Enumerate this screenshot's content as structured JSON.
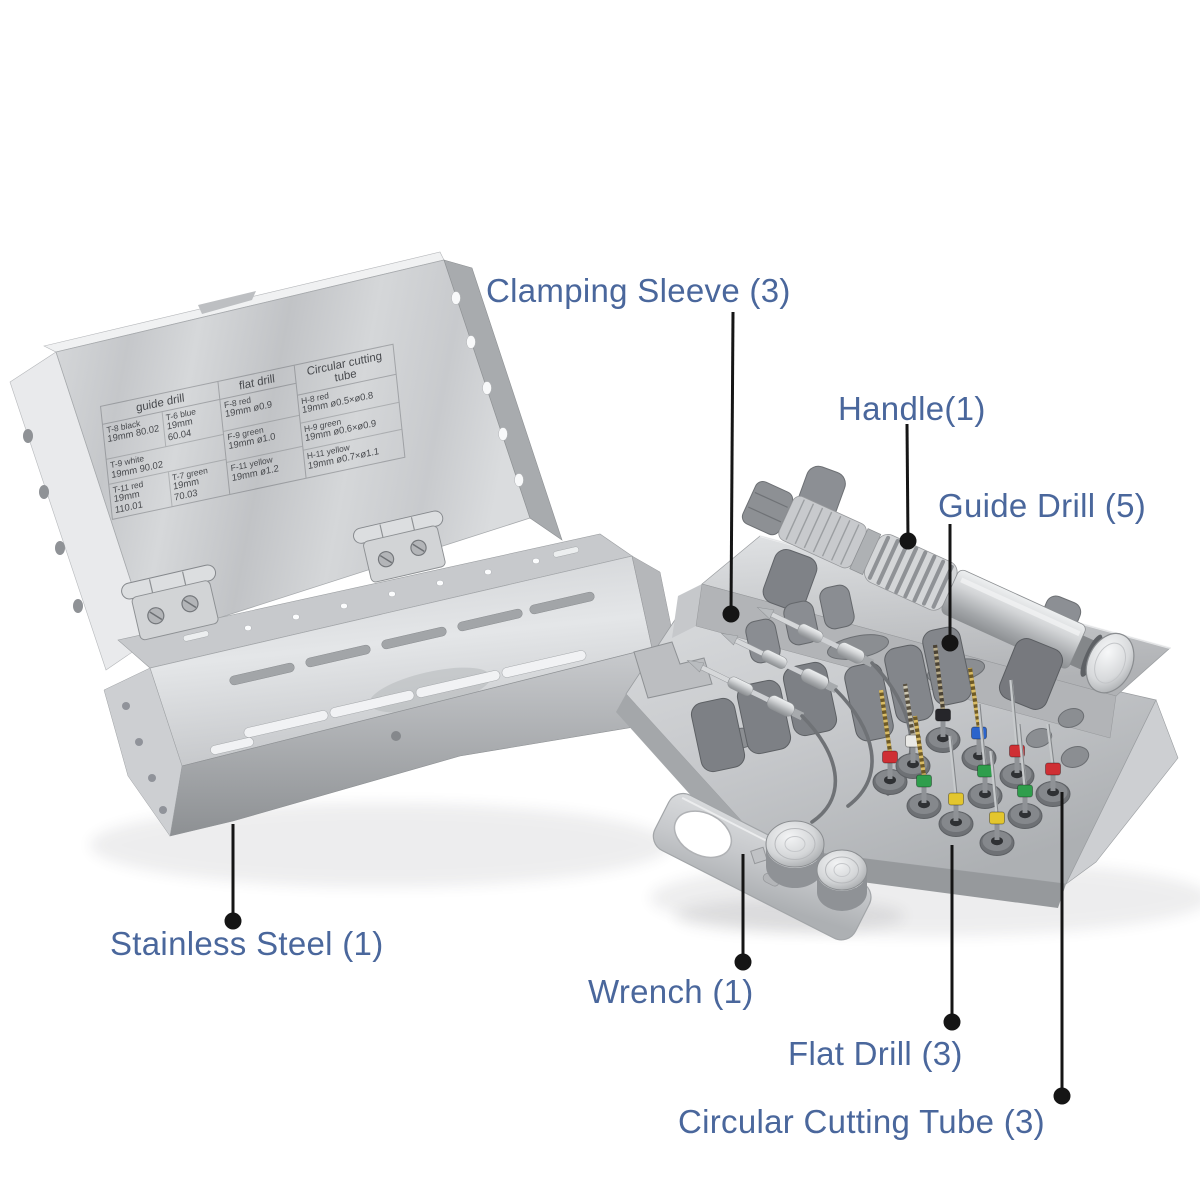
{
  "labels": {
    "clamping_sleeve": "Clamping Sleeve (3)",
    "handle": "Handle(1)",
    "guide_drill": "Guide Drill (5)",
    "stainless_steel": "Stainless Steel (1)",
    "wrench": "Wrench (1)",
    "flat_drill": "Flat Drill (3)",
    "circular_cutting_tube": "Circular Cutting Tube (3)"
  },
  "colors": {
    "label_text": "#4a679c",
    "leader_line": "#151515",
    "drill_rings": {
      "red": "#cf2f34",
      "green": "#2f9e4c",
      "yellow": "#e3c62e",
      "blue": "#2b64cc",
      "black": "#26262a",
      "white": "#e9e9e6"
    }
  },
  "lid_table": {
    "columns": [
      "guide drill",
      "flat drill",
      "Circular cutting tube"
    ],
    "guide_drill": [
      {
        "name": "T-8 black",
        "spec": "19mm 80.02"
      },
      {
        "name": "T-6 blue",
        "spec": "19mm 60.04"
      },
      {
        "name": "T-9 white",
        "spec": "19mm 90.02"
      },
      {
        "name": "T-11 red",
        "spec": "19mm 110.01"
      },
      {
        "name": "T-7 green",
        "spec": "19mm 70.03"
      }
    ],
    "flat_drill": [
      {
        "name": "F-8 red",
        "spec": "19mm ø0.9"
      },
      {
        "name": "F-9 green",
        "spec": "19mm ø1.0"
      },
      {
        "name": "F-11 yellow",
        "spec": "19mm ø1.2"
      }
    ],
    "circular_cutting_tube": [
      {
        "name": "H-8 red",
        "spec": "19mm ø0.5×ø0.8"
      },
      {
        "name": "H-9 green",
        "spec": "19mm ø0.6×ø0.9"
      },
      {
        "name": "H-11 yellow",
        "spec": "19mm ø0.7×ø1.1"
      }
    ]
  }
}
